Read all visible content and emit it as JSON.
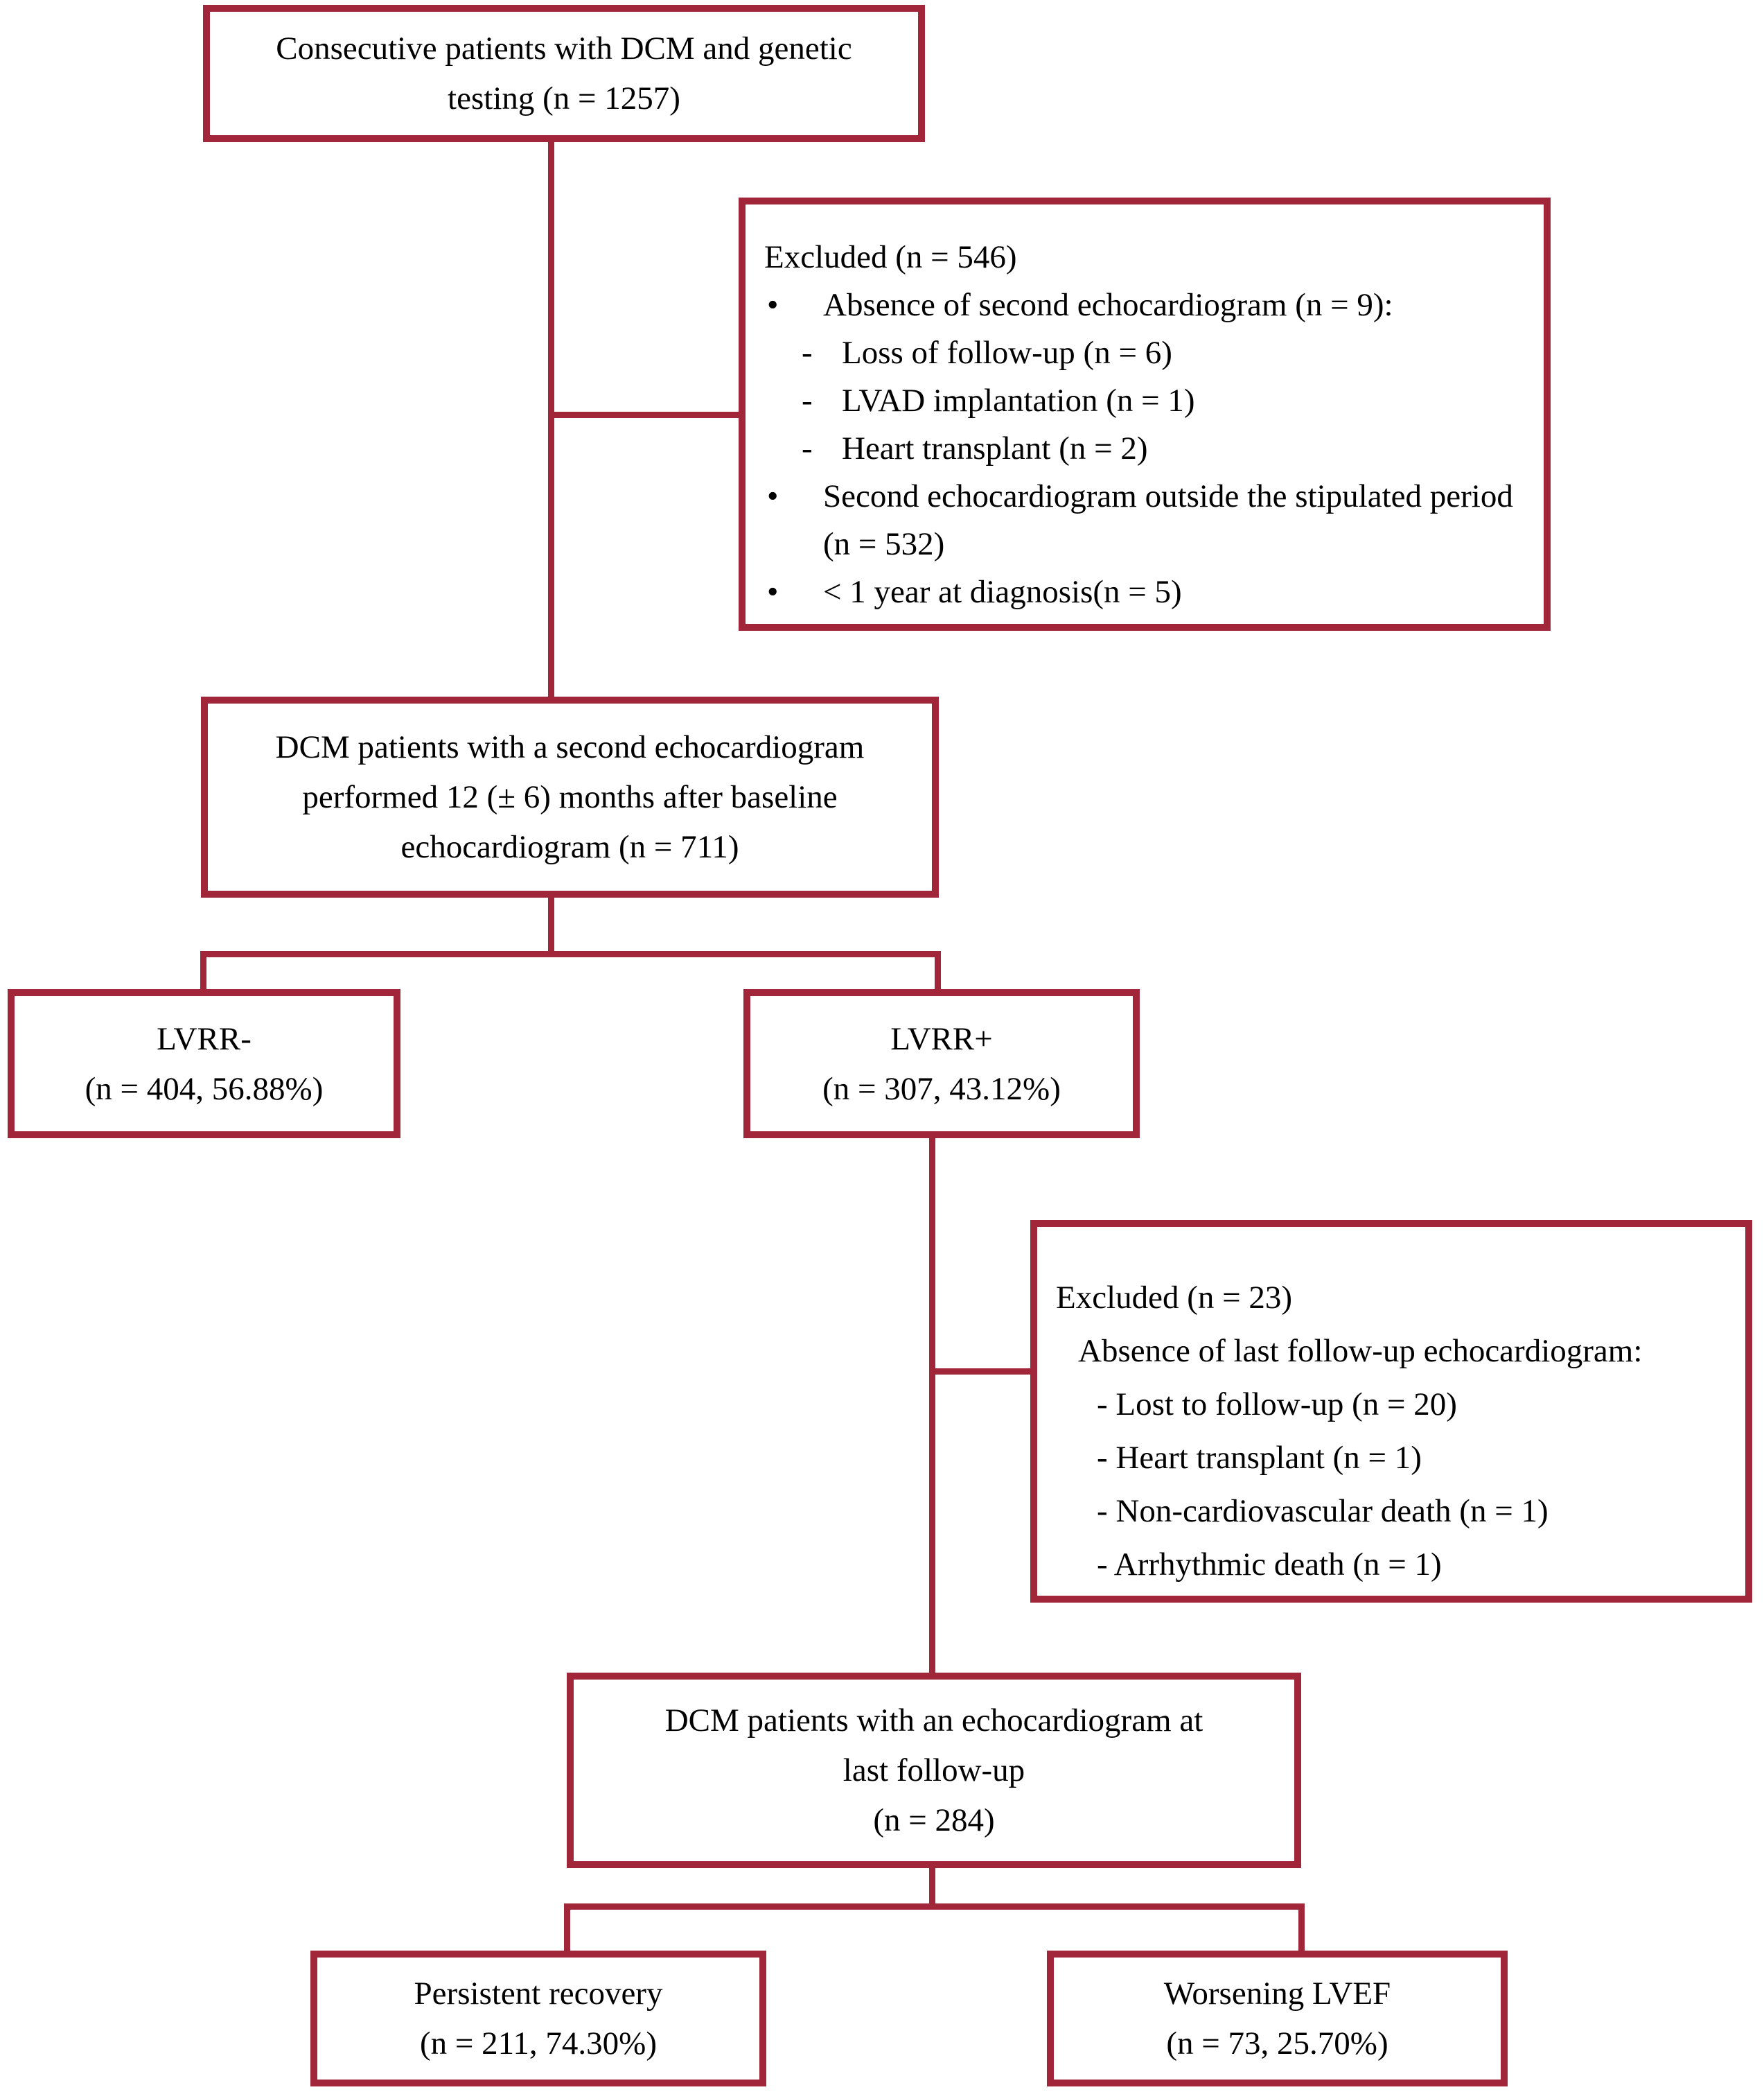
{
  "colors": {
    "accent": "#a12639",
    "text": "#000000",
    "background": "#ffffff"
  },
  "boxes": {
    "consecutive": {
      "lines": [
        "Consecutive patients with DCM and genetic",
        "testing (n = 1257)"
      ]
    },
    "excluded_546": {
      "title": "Excluded (n = 546)",
      "items": [
        {
          "marker": "•",
          "text": "Absence of second echocardiogram (n = 9):"
        },
        {
          "marker": "-",
          "text": "Loss of follow-up (n = 6)"
        },
        {
          "marker": "-",
          "text": "LVAD implantation (n = 1)"
        },
        {
          "marker": "-",
          "text": "Heart transplant (n = 2)"
        },
        {
          "marker": "•",
          "text": "Second echocardiogram outside the stipulated period (n = 532)"
        },
        {
          "marker": "•",
          "text": "< 1 year at diagnosis(n = 5)"
        }
      ]
    },
    "second_echo": {
      "lines": [
        "DCM patients with a second echocardiogram",
        "performed 12 (± 6) months after baseline",
        "echocardiogram (n = 711)"
      ]
    },
    "lvrr_negative": {
      "lines": [
        "LVRR-",
        "(n = 404, 56.88%)"
      ]
    },
    "lvrr_positive": {
      "lines": [
        "LVRR+",
        "(n = 307, 43.12%)"
      ]
    },
    "excluded_23": {
      "title": "Excluded (n = 23)",
      "subtitle": "Absence of last follow-up echocardiogram:",
      "items": [
        "- Lost to follow-up (n = 20)",
        "- Heart transplant (n = 1)",
        "- Non-cardiovascular death (n = 1)",
        "- Arrhythmic death (n = 1)"
      ]
    },
    "last_followup": {
      "lines": [
        "DCM patients with an echocardiogram at",
        "last follow-up",
        "(n = 284)"
      ]
    },
    "persistent_recovery": {
      "lines": [
        "Persistent recovery",
        "(n = 211, 74.30%)"
      ]
    },
    "worsening_lvef": {
      "lines": [
        "Worsening LVEF",
        "(n = 73, 25.70%)"
      ]
    }
  }
}
